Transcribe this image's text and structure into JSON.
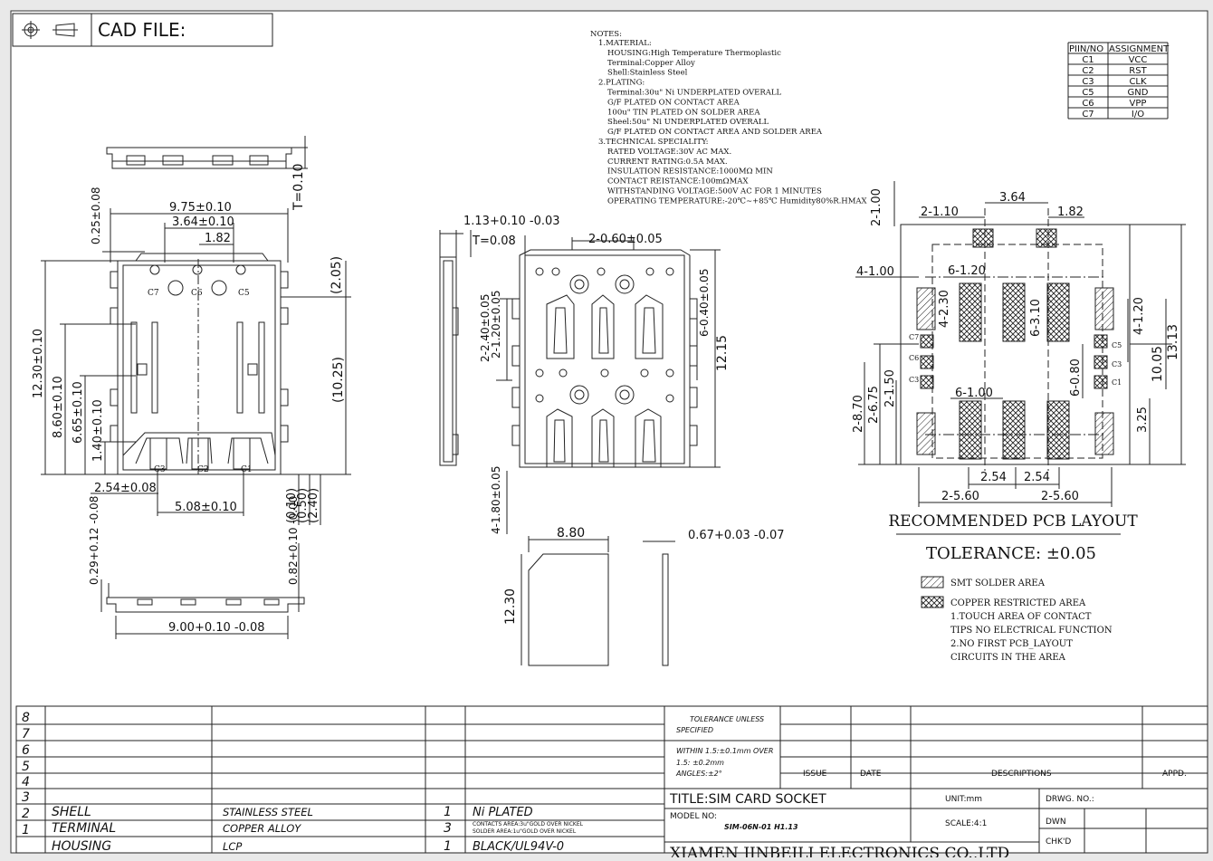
{
  "header": {
    "cad_file_label": "CAD FILE:"
  },
  "notes": {
    "title": "NOTES:",
    "lines": [
      "1.MATERIAL:",
      "HOUSING:High Temperature Thermoplastic",
      "Terminal:Copper Alloy",
      "Shell:Stainless Steel",
      "2.PLATING:",
      "Terminal:30u\" Ni UNDERPLATED OVERALL",
      "G/F PLATED ON CONTACT AREA",
      "100u\" TIN PLATED ON SOLDER AREA",
      "Sheel:50u\" Ni UNDERPLATED OVERALL",
      "G/F PLATED ON CONTACT AREA AND SOLDER AREA",
      "3.TECHNICAL SPECIALITY:",
      "RATED VOLTAGE:30V AC MAX.",
      "CURRENT RATING:0.5A MAX.",
      "INSULATION RESISTANCE:1000MΩ MIN",
      "CONTACT REISTANCE:100mΩMAX",
      "WITHSTANDING VOLTAGE:500V AC FOR 1 MINUTES",
      "OPERATING TEMPERATURE:-20℃~+85℃ Humidity80%R.HMAX"
    ]
  },
  "pin_table": {
    "headers": [
      "PIIN/NO",
      "ASSIGNMENT"
    ],
    "rows": [
      [
        "C1",
        "VCC"
      ],
      [
        "C2",
        "RST"
      ],
      [
        "C3",
        "CLK"
      ],
      [
        "C5",
        "GND"
      ],
      [
        "C6",
        "VPP"
      ],
      [
        "C7",
        "I/O"
      ]
    ]
  },
  "left_view": {
    "dims": {
      "t010": "T=0.10",
      "w975": "9.75±0.10",
      "w364": "3.64±0.10",
      "w182": "1.82",
      "d025": "0.25±0.08",
      "d205": "(2.05)",
      "h1230": "12.30±0.10",
      "h860": "8.60±0.10",
      "h665": "6.65±0.10",
      "h140": "1.40±0.10",
      "h1025": "(10.25)",
      "w254": "2.54±0.08",
      "w508": "5.08±0.10",
      "p010": "(0.10)",
      "p050": "(0.50)",
      "p240": "(2.40)",
      "d029": "0.29+0.12 -0.08",
      "d082": "0.82+0.10 -0.00",
      "w900": "9.00+0.10 -0.08"
    },
    "contacts": [
      "C7",
      "C6",
      "C5",
      "C3",
      "C2",
      "C1"
    ]
  },
  "mid_view": {
    "dims": {
      "d113": "1.13+0.10 -0.03",
      "t008": "T=0.08",
      "p060": "2-0.60±0.05",
      "d240": "2-2.40±0.05",
      "d120": "2-1.20±0.05",
      "d040": "6-0.40±0.05",
      "h1215": "12.15",
      "d180": "4-1.80±0.05",
      "w880": "8.80",
      "h1230": "12.30",
      "t067": "0.67+0.03 -0.07"
    }
  },
  "pcb": {
    "dims": {
      "d100": "2-1.00",
      "d110": "2-1.10",
      "w364": "3.64",
      "w182": "1.82",
      "d4100": "4-1.00",
      "d6120": "6-1.20",
      "d4230": "4-2.30",
      "d6310": "6-3.10",
      "d4120": "4-1.20",
      "w1005": "10.05",
      "w1313": "13.13",
      "d6080": "6-0.80",
      "d6100": "6-1.00",
      "d870": "2-8.70",
      "d675": "2-6.75",
      "d150": "2-1.50",
      "d325": "3.25",
      "w254a": "2.54",
      "w254b": "2.54",
      "d560a": "2-5.60",
      "d560b": "2-5.60"
    },
    "pin_labels": [
      "C7",
      "C6",
      "C5",
      "C3",
      "C1",
      "C3"
    ],
    "title": "RECOMMENDED PCB LAYOUT",
    "tolerance": "TOLERANCE: ±0.05",
    "legend_smt": "SMT SOLDER AREA",
    "legend_copper": "COPPER RESTRICTED AREA",
    "legend_notes": [
      "1.TOUCH AREA OF CONTACT",
      "TIPS NO ELECTRICAL FUNCTION",
      "2.NO FIRST PCB_LAYOUT",
      "CIRCUITS IN THE AREA"
    ]
  },
  "bom": {
    "row_numbers": [
      "8",
      "7",
      "6",
      "5",
      "4",
      "3",
      "2",
      "1"
    ],
    "rows": [
      {
        "part": "SHELL",
        "material": "STAINLESS STEEL",
        "qty": "1",
        "finish": "Ni PLATED"
      },
      {
        "part": "TERMINAL",
        "material": "COPPER ALLOY",
        "qty": "3",
        "finish": "CONTACTS AREA:3u\"GOLD OVER NICKEL",
        "finish2": "SOLDER AREA:1u\"GOLD OVER NICKEL"
      },
      {
        "part": "HOUSING",
        "material": "LCP",
        "qty": "1",
        "finish": "BLACK/UL94V-0"
      }
    ]
  },
  "title_block": {
    "tol_unless": "TOLERANCE UNLESS",
    "specified": "SPECIFIED",
    "within": "WITHIN 1.5:±0.1mm OVER",
    "over": "1.5: ±0.2mm",
    "angles": "ANGLES:±2°",
    "issue": "ISSUE",
    "date": "DATE",
    "descriptions": "DESCRIPTIONS",
    "appd": "APPD.",
    "title": "TITLE:SIM CARD SOCKET",
    "unit": "UNIT:mm",
    "drwg_no": "DRWG. NO.:",
    "model_no": "MODEL NO:",
    "model_value": "SIM-06N-01 H1.13",
    "scale": "SCALE:4:1",
    "dwn": "DWN",
    "chkd": "CHK'D",
    "company": "XIAMEN JINBEILI ELECTRONICS CO.,LTD"
  }
}
